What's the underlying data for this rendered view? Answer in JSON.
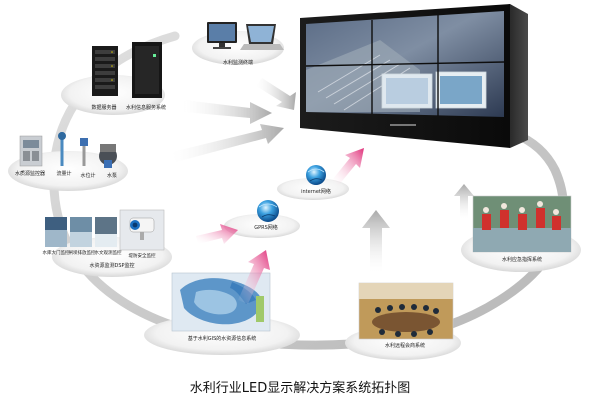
{
  "caption": "水利行业LED显示解决方案系统拓扑图",
  "nodes": {
    "terminal": "水利监测终端",
    "data_server": "数据服务器",
    "info_server": "水利信息服务系统",
    "water_quality": "水质源监控器",
    "flow_meter": "流量计",
    "water_level": "水位计",
    "pump": "水泵",
    "video_label_1": "水库大门监控",
    "video_label_2": "闸坝排放监控",
    "video_label_3": "水文观测监控",
    "video_label_4": "堤防安全监控",
    "video_monitor": "水资源监测DSP监控",
    "gprs": "GPRS网络",
    "internet": "internet网络",
    "gis": "基于水利GIS的水资源信息系统",
    "conference": "水利远程会商系统",
    "emergency": "水利应急指挥系统"
  }
}
